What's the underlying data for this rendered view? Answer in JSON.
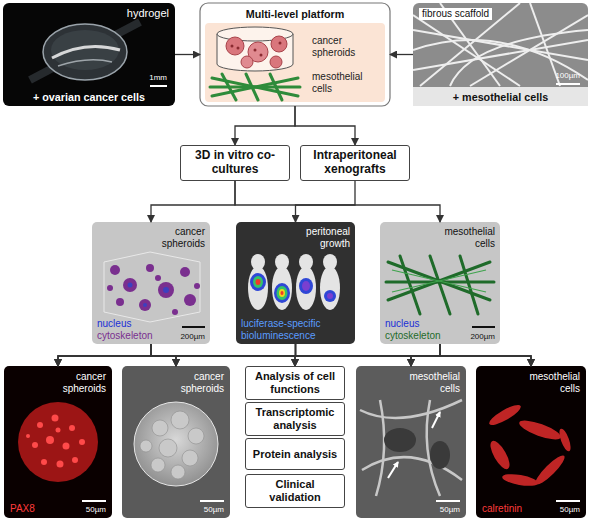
{
  "diagram": {
    "nodes": [
      {
        "text": [
          "hydrogel",
          "1mm",
          "+ ovarian cancer cells"
        ]
      },
      {
        "text": [
          "Multi-level platform",
          "cancer spheroids",
          "mesothelial cells"
        ]
      },
      {
        "text": [
          "fibrous scaffold",
          "100µm",
          "+ mesothelial cells"
        ]
      },
      {
        "text": [
          "3D in vitro co-cultures"
        ]
      },
      {
        "text": [
          "Intraperitoneal xenografts"
        ]
      },
      {
        "text": [
          "cancer spheroids",
          "nucleus",
          "cytoskeleton",
          "200µm"
        ]
      },
      {
        "text": [
          "peritoneal growth",
          "luciferase-specific bioluminescence"
        ]
      },
      {
        "text": [
          "mesothelial cells",
          "nucleus",
          "cytoskeleton",
          "200µm"
        ]
      },
      {
        "text": [
          "cancer spheroids",
          "PAX8",
          "50µm"
        ]
      },
      {
        "text": [
          "cancer spheroids",
          "50µm"
        ]
      },
      {
        "text": [
          "Analysis of cell functions"
        ]
      },
      {
        "text": [
          "Transcriptomic analysis"
        ]
      },
      {
        "text": [
          "Protein analysis"
        ]
      },
      {
        "text": [
          "Clinical validation"
        ]
      },
      {
        "text": [
          "mesothelial cells",
          "50µm"
        ]
      },
      {
        "text": [
          "mesothelial cells",
          "calretinin",
          "50µm"
        ]
      }
    ],
    "edges": [
      {
        "from": 0,
        "to": 1,
        "arrow": "to"
      },
      {
        "from": 2,
        "to": 1,
        "arrow": "to"
      },
      {
        "from": 1,
        "to": 3,
        "arrow": "to"
      },
      {
        "from": 1,
        "to": 4,
        "arrow": "to"
      },
      {
        "from": 3,
        "to": 5,
        "arrow": "to"
      },
      {
        "from": 3,
        "to": 7,
        "arrow": "to"
      },
      {
        "from": 4,
        "to": 6,
        "arrow": "to"
      },
      {
        "from": 5,
        "to": 8,
        "arrow": "to"
      },
      {
        "from": 5,
        "to": 9,
        "arrow": "to"
      },
      {
        "from": 5,
        "to": 10,
        "arrow": "to"
      },
      {
        "from": 5,
        "to": 14,
        "arrow": "to"
      },
      {
        "from": 5,
        "to": 15,
        "arrow": "to"
      },
      {
        "from": 6,
        "to": 8,
        "arrow": "to"
      },
      {
        "from": 6,
        "to": 9,
        "arrow": "to"
      },
      {
        "from": 6,
        "to": 10,
        "arrow": "to"
      },
      {
        "from": 6,
        "to": 14,
        "arrow": "to"
      },
      {
        "from": 6,
        "to": 15,
        "arrow": "to"
      },
      {
        "from": 7,
        "to": 8,
        "arrow": "to"
      },
      {
        "from": 7,
        "to": 9,
        "arrow": "to"
      },
      {
        "from": 7,
        "to": 10,
        "arrow": "to"
      },
      {
        "from": 7,
        "to": 14,
        "arrow": "to"
      },
      {
        "from": 7,
        "to": 15,
        "arrow": "to"
      }
    ]
  }
}
